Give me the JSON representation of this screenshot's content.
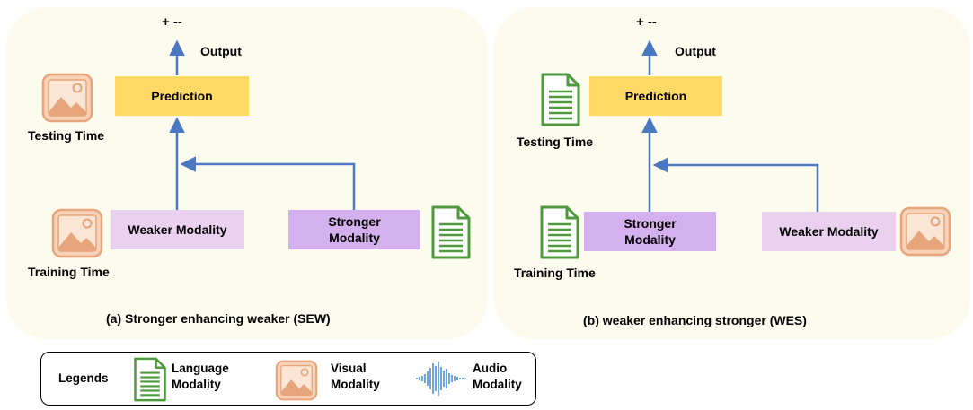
{
  "panel_a": {
    "caption": "(a) Stronger enhancing weaker (SEW)",
    "sign_label": "+ --",
    "output_label": "Output",
    "prediction_label": "Prediction",
    "testing_time_label": "Testing Time",
    "training_time_label": "Training Time",
    "left_modality_box": "Weaker Modality",
    "right_modality_box": [
      "Stronger",
      "Modality"
    ],
    "testing_icon": "visual-modality-icon",
    "training_icon": "visual-modality-icon",
    "partner_icon": "language-modality-icon"
  },
  "panel_b": {
    "caption": "(b) weaker enhancing stronger (WES)",
    "sign_label": "+ --",
    "output_label": "Output",
    "prediction_label": "Prediction",
    "testing_time_label": "Testing Time",
    "training_time_label": "Training Time",
    "left_modality_box": [
      "Stronger",
      "Modality"
    ],
    "right_modality_box": "Weaker Modality",
    "testing_icon": "language-modality-icon",
    "training_icon": "language-modality-icon",
    "partner_icon": "visual-modality-icon"
  },
  "legend": {
    "title": "Legends",
    "items": [
      {
        "icon": "language-modality-icon",
        "label": [
          "Language",
          "Modality"
        ]
      },
      {
        "icon": "visual-modality-icon",
        "label": [
          "Visual",
          "Modality"
        ]
      },
      {
        "icon": "audio-modality-icon",
        "label": [
          "Audio",
          "Modality"
        ]
      }
    ]
  },
  "colors": {
    "panel_bg": "#fcfcee",
    "prediction_box": "#ffd966",
    "weaker_box": "#ead1ef",
    "stronger_box": "#d5b0ee",
    "arrow": "#4a78c2",
    "language_icon": "#4e9a3c",
    "visual_icon": "#e6a57a",
    "audio_icon": "#4a90d9"
  }
}
